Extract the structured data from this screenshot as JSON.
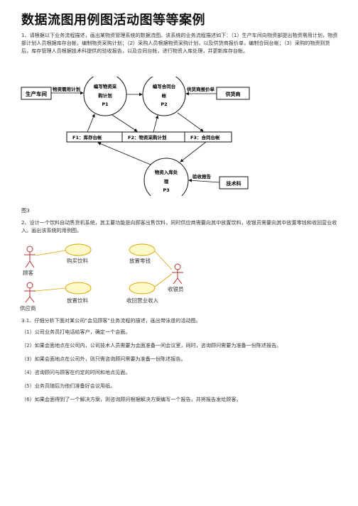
{
  "title": "数据流图用例图活动图等等案例",
  "q1": {
    "text": "1、请根据以下业务流程描述，画出某物资管理系统的数据流图。该系统的业务流程描述如下：（1）生产车间向物资部提出物资需用计划，物资部计划人员根据库存台帐，编制物资采购计划；（2）采购人员根据物资采购计划，以及供货商报价单，编制合同台帐；（3）采购的物资到货后，库存管理人员根据技术科提供的验收报告，以及合同台帐，进行物资入库处理，并更新库存台帐。"
  },
  "dfd": {
    "entity_workshop": "生产车间",
    "entity_supplier": "供货商",
    "entity_tech": "技术科",
    "p1_line1": "编写物资采",
    "p1_line2": "购计划",
    "p1_id": "P1",
    "p2_line1": "编写合同台",
    "p2_line2": "帐",
    "p2_id": "P2",
    "p3_line1": "物资入库处",
    "p3_line2": "理",
    "p3_id": "P3",
    "store_f1": "F1：库存台帐",
    "store_f2": "F2：物资采购计划",
    "store_f3": "F3：合同台帐",
    "flow_demand": "物资需用计划",
    "flow_quote": "供货商报价单",
    "flow_report": "验收报告"
  },
  "fig3_label": "图3",
  "q2": {
    "text": "2、设计一个饮料自动售货机系统，其主要功能是向顾客出售饮料，同时供应商需要向其中放置饮料，收银员需要向其中放置零钱和收回营业收入。画出该系统的用例图。"
  },
  "usecase": {
    "actor_customer": "顾客",
    "actor_supplier": "供应商",
    "actor_cashier": "收银员",
    "uc_buy": "购买饮料",
    "uc_place_change": "放置零钱",
    "uc_place_drink": "放置饮料",
    "uc_collect": "收回营业收入"
  },
  "q3": {
    "text": "3.1、仔细分析下面对某公司“会见顾客”业务流程的描述，画出带泳道的活动图。",
    "items": [
      "（1）公司业务员打电话给客户，确定一个会面。",
      "（2）如果会面地点在公司内，公司技术人员需要为会面准备一间会议室，同时，咨询顾问需要为准备一份陈述报告。",
      "（3）如果会面地点在公司外，则只需咨询顾问需要为准备一份陈述报告。",
      "（4）咨询顾问与顾客在约定的时间和地点见面。",
      "（5）业务员随后为他们准备好会议用纸。",
      "（6）如果会面得到了一个解决方案，则咨询顾问根据解决方案编写一个报告，并将报告发给顾客。"
    ]
  },
  "colors": {
    "usecase_fill": "#fff8c8",
    "usecase_stroke": "#d9a400",
    "actor_stroke": "#b03030",
    "text": "#333333"
  }
}
